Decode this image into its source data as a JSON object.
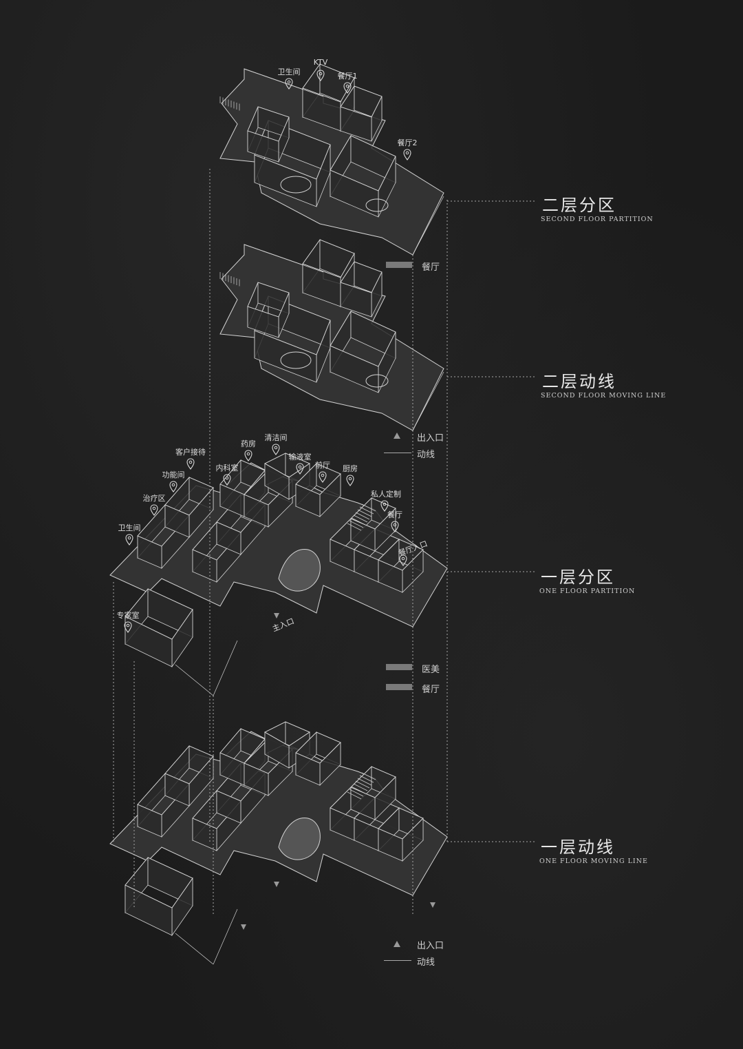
{
  "sections": [
    {
      "title": "二层分区",
      "subtitle": "SECOND FLOOR PARTITION"
    },
    {
      "title": "二层动线",
      "subtitle": "SECOND FLOOR MOVING LINE"
    },
    {
      "title": "一层分区",
      "subtitle": "ONE FLOOR PARTITION"
    },
    {
      "title": "一层动线",
      "subtitle": "ONE FLOOR MOVING LINE"
    }
  ],
  "legends": {
    "second_partition": [
      "餐厅"
    ],
    "second_moving": {
      "entrance": "出入口",
      "line": "动线"
    },
    "first_partition": [
      "医美",
      "餐厅"
    ],
    "first_moving": {
      "entrance": "出入口",
      "line": "动线"
    }
  },
  "second_floor_rooms": [
    "卫生间",
    "KTV",
    "餐厅1",
    "餐厅2"
  ],
  "first_floor_rooms": [
    "客户接待",
    "功能间",
    "治疗区",
    "卫生间",
    "内科室",
    "药房",
    "清洁间",
    "输液室",
    "前厅",
    "厨房",
    "私人定制",
    "餐厅",
    "餐厅入口",
    "专家室"
  ],
  "main_entrance_label": "主入口",
  "colors": {
    "background": "#1e1e1e",
    "lines": "#d8d8d8",
    "swatch": "#7a7a7a"
  }
}
